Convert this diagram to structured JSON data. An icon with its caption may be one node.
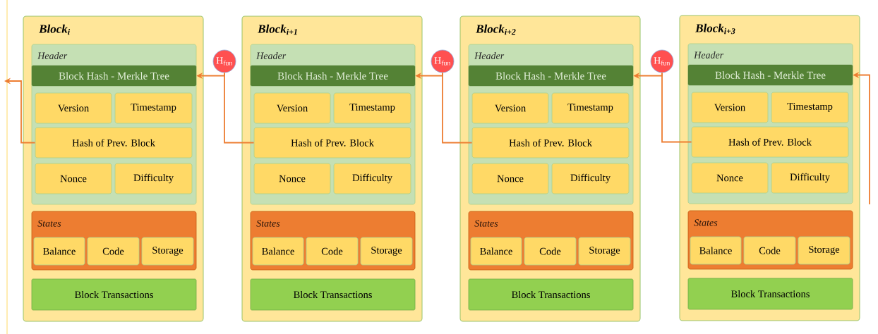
{
  "diagram": {
    "nodes": [
      {
        "text": [
          "Block$_{i}$"
        ]
      },
      {
        "text": [
          "Header"
        ],
        "in": 0
      },
      {
        "text": [
          "Block Hash - Merkle Tree"
        ],
        "in": 1
      },
      {
        "text": [
          "Version"
        ],
        "in": 1
      },
      {
        "text": [
          "Timestamp"
        ],
        "in": 1
      },
      {
        "text": [
          "Hash of Prev. Block"
        ],
        "in": 1
      },
      {
        "text": [
          "Nonce"
        ],
        "in": 1
      },
      {
        "text": [
          "Difficulty"
        ],
        "in": 1
      },
      {
        "text": [
          "States"
        ],
        "in": 0
      },
      {
        "text": [
          "Balance"
        ],
        "in": 8
      },
      {
        "text": [
          "Code"
        ],
        "in": 8
      },
      {
        "text": [
          "Storage"
        ],
        "in": 8
      },
      {
        "text": [
          "Block Transactions"
        ],
        "in": 0
      },
      {
        "text": [
          "H$_{fun}$"
        ]
      },
      {
        "text": [
          "Block$_{i+1}$"
        ]
      },
      {
        "text": [
          "Header"
        ],
        "in": 14
      },
      {
        "text": [
          "Block Hash - Merkle Tree"
        ],
        "in": 15
      },
      {
        "text": [
          "Version"
        ],
        "in": 15
      },
      {
        "text": [
          "Timestamp"
        ],
        "in": 15
      },
      {
        "text": [
          "Hash of Prev. Block"
        ],
        "in": 15
      },
      {
        "text": [
          "Nonce"
        ],
        "in": 15
      },
      {
        "text": [
          "Difficulty"
        ],
        "in": 15
      },
      {
        "text": [
          "States"
        ],
        "in": 14
      },
      {
        "text": [
          "Balance"
        ],
        "in": 22
      },
      {
        "text": [
          "Code"
        ],
        "in": 22
      },
      {
        "text": [
          "Storage"
        ],
        "in": 22
      },
      {
        "text": [
          "Block Transactions"
        ],
        "in": 14
      },
      {
        "text": [
          "H$_{fun}$"
        ]
      },
      {
        "text": [
          "Block$_{i+2}$"
        ]
      },
      {
        "text": [
          "Header"
        ],
        "in": 28
      },
      {
        "text": [
          "Block Hash - Merkle Tree"
        ],
        "in": 29
      },
      {
        "text": [
          "Version"
        ],
        "in": 29
      },
      {
        "text": [
          "Timestamp"
        ],
        "in": 29
      },
      {
        "text": [
          "Hash of Prev. Block"
        ],
        "in": 29
      },
      {
        "text": [
          "Nonce"
        ],
        "in": 29
      },
      {
        "text": [
          "Difficulty"
        ],
        "in": 29
      },
      {
        "text": [
          "States"
        ],
        "in": 28
      },
      {
        "text": [
          "Balance"
        ],
        "in": 36
      },
      {
        "text": [
          "Code"
        ],
        "in": 36
      },
      {
        "text": [
          "Storage"
        ],
        "in": 36
      },
      {
        "text": [
          "Block Transactions"
        ],
        "in": 28
      },
      {
        "text": [
          "H$_{fun}$"
        ]
      },
      {
        "text": [
          "Block$_{i+3}$"
        ]
      },
      {
        "text": [
          "Header"
        ],
        "in": 42
      },
      {
        "text": [
          "Block Hash - Merkle Tree"
        ],
        "in": 43
      },
      {
        "text": [
          "Version"
        ],
        "in": 43
      },
      {
        "text": [
          "Timestamp"
        ],
        "in": 43
      },
      {
        "text": [
          "Hash of Prev. Block"
        ],
        "in": 43
      },
      {
        "text": [
          "Nonce"
        ],
        "in": 43
      },
      {
        "text": [
          "Difficulty"
        ],
        "in": 43
      },
      {
        "text": [
          "States"
        ],
        "in": 42
      },
      {
        "text": [
          "Balance"
        ],
        "in": 50
      },
      {
        "text": [
          "Code"
        ],
        "in": 50
      },
      {
        "text": [
          "Storage"
        ],
        "in": 50
      },
      {
        "text": [
          "Block Transactions"
        ],
        "in": 42
      }
    ],
    "edges": [
      {
        "from": 5,
        "to": null,
        "arrow": "to"
      },
      {
        "from": 19,
        "to": 13,
        "arrow": "none"
      },
      {
        "from": 13,
        "to": 2,
        "arrow": "to"
      },
      {
        "from": 33,
        "to": 27,
        "arrow": "none"
      },
      {
        "from": 27,
        "to": 16,
        "arrow": "to"
      },
      {
        "from": 47,
        "to": 41,
        "arrow": "none"
      },
      {
        "from": 41,
        "to": 30,
        "arrow": "to"
      },
      {
        "from": null,
        "to": 44,
        "arrow": "to"
      }
    ]
  }
}
